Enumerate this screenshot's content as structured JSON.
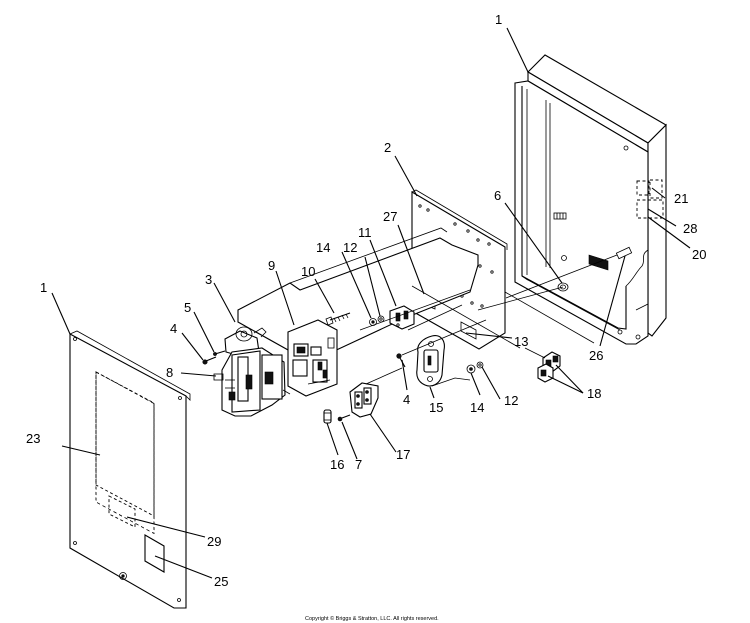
{
  "callouts": [
    {
      "id": "c1a",
      "text": "1"
    },
    {
      "id": "c21",
      "text": "21"
    },
    {
      "id": "c28",
      "text": "28"
    },
    {
      "id": "c20",
      "text": "20"
    },
    {
      "id": "c2",
      "text": "2"
    },
    {
      "id": "c27",
      "text": "27"
    },
    {
      "id": "c11",
      "text": "11"
    },
    {
      "id": "c6",
      "text": "6"
    },
    {
      "id": "c14a",
      "text": "14"
    },
    {
      "id": "c12a",
      "text": "12"
    },
    {
      "id": "c10",
      "text": "10"
    },
    {
      "id": "c9",
      "text": "9"
    },
    {
      "id": "c3",
      "text": "3"
    },
    {
      "id": "c5",
      "text": "5"
    },
    {
      "id": "c4a",
      "text": "4"
    },
    {
      "id": "c8",
      "text": "8"
    },
    {
      "id": "c1b",
      "text": "1"
    },
    {
      "id": "c23",
      "text": "23"
    },
    {
      "id": "c13",
      "text": "13"
    },
    {
      "id": "c26",
      "text": "26"
    },
    {
      "id": "c18",
      "text": "18"
    },
    {
      "id": "c4b",
      "text": "4"
    },
    {
      "id": "c15",
      "text": "15"
    },
    {
      "id": "c14b",
      "text": "14"
    },
    {
      "id": "c12b",
      "text": "12"
    },
    {
      "id": "c16",
      "text": "16"
    },
    {
      "id": "c7",
      "text": "7"
    },
    {
      "id": "c17",
      "text": "17"
    },
    {
      "id": "c29",
      "text": "29"
    },
    {
      "id": "c25",
      "text": "25"
    }
  ],
  "copyright": "Copyright © Briggs & Stratton, LLC. All rights reserved."
}
